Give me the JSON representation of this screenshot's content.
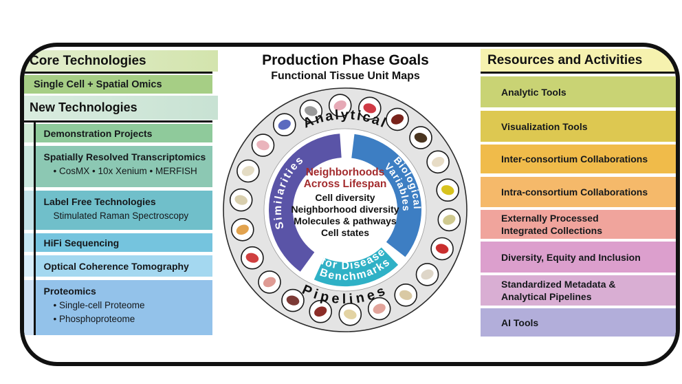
{
  "title": {
    "heading": "Production Phase Goals",
    "subheading": "Functional Tissue Unit Maps"
  },
  "left_panel": {
    "core_header": "Core Technologies",
    "core_row": {
      "label": "Single Cell + Spatial Omics",
      "color": "#a6ce85"
    },
    "new_header": "New Technologies",
    "groups": [
      {
        "title": "Demonstration Projects",
        "color": "#8fca9b",
        "strip": "#cfe9d4"
      },
      {
        "title": "Spatially Resolved Transcriptomics",
        "sub": [
          "•  CosMX   •  10x Xenium   •  MERFISH"
        ],
        "color": "#8cc8b3",
        "strip": "#cbe7de"
      },
      {
        "title": "Label Free Technologies",
        "sub": [
          "Stimulated Raman Spectroscopy"
        ],
        "color": "#70bfca",
        "strip": "#c2e2e8"
      },
      {
        "title": "HiFi Sequencing",
        "color": "#75c4de",
        "strip": "#c6e7f3"
      },
      {
        "title": "Optical Coherence Tomography",
        "color": "#a4d8f0",
        "strip": "#d8eefa"
      },
      {
        "title": "Proteomics",
        "sub": [
          "•  Single-cell Proteome",
          "•  Phosphoproteome"
        ],
        "color": "#93c2ea",
        "strip": "#cfe2f6"
      }
    ]
  },
  "right_panel": {
    "header": "Resources and Activities",
    "header_color": "#f6f2af",
    "rows": [
      {
        "lines": [
          "Analytic Tools"
        ],
        "color": "#c9d374"
      },
      {
        "lines": [
          "Visualization Tools"
        ],
        "color": "#ddc851"
      },
      {
        "lines": [
          "Inter-consortium Collaborations"
        ],
        "color": "#f0bb4a"
      },
      {
        "lines": [
          "Intra-consortium Collaborations"
        ],
        "color": "#f5b96a"
      },
      {
        "lines": [
          "Externally Processed",
          "Integrated Collections"
        ],
        "color": "#f0a49c"
      },
      {
        "lines": [
          "Diversity, Equity and Inclusion"
        ],
        "color": "#dc9fcd"
      },
      {
        "lines": [
          "Standardized Metadata &",
          "Analytical Pipelines"
        ],
        "color": "#d9aed3"
      },
      {
        "lines": [
          "AI Tools"
        ],
        "color": "#b2aeda"
      }
    ]
  },
  "circle": {
    "ring_top_label": "Analytical",
    "ring_bottom_label": "Pipelines",
    "ring_color": "#e4e4e4",
    "segments": [
      {
        "label": "Similarities",
        "color": "#5a54a7"
      },
      {
        "label": "Biological",
        "label2": "Variables",
        "color": "#3d7ec3"
      },
      {
        "label": "Benchmarks",
        "label2": "for Disease",
        "color": "#2fb1c6"
      }
    ],
    "center": {
      "heading1": "Neighborhoods",
      "heading2": "Across Lifespan",
      "heading_color": "#a32c2e",
      "items": [
        "Cell diversity",
        "Neighborhood diversity",
        "Molecules & pathways",
        "Cell states"
      ]
    },
    "organs": [
      {
        "name": "human-body",
        "color": "#9a9a9a"
      },
      {
        "name": "lungs",
        "color": "#e6a9b6"
      },
      {
        "name": "heart",
        "color": "#cf3a45"
      },
      {
        "name": "liver",
        "color": "#79231b"
      },
      {
        "name": "eye",
        "color": "#4a3520"
      },
      {
        "name": "thymus",
        "color": "#e7dcc6"
      },
      {
        "name": "gallbladder",
        "color": "#d8c31f"
      },
      {
        "name": "ureter",
        "color": "#cfc98f"
      },
      {
        "name": "lips",
        "color": "#c92f2f"
      },
      {
        "name": "pelvis",
        "color": "#ded6c8"
      },
      {
        "name": "femur-bone",
        "color": "#d9c9a4"
      },
      {
        "name": "large-intestine",
        "color": "#e2a49b"
      },
      {
        "name": "pancreas",
        "color": "#e3d3a3"
      },
      {
        "name": "kidney",
        "color": "#8c2d28"
      },
      {
        "name": "spleen",
        "color": "#7c3a36"
      },
      {
        "name": "stomach",
        "color": "#df9b94"
      },
      {
        "name": "blood-vessel",
        "color": "#d04040"
      },
      {
        "name": "fallopian-tube",
        "color": "#e2a34f"
      },
      {
        "name": "knee-joint",
        "color": "#d9cfae"
      },
      {
        "name": "bone",
        "color": "#e4dcc4"
      },
      {
        "name": "breast",
        "color": "#eab4bc"
      },
      {
        "name": "kidney-vasculature",
        "color": "#5b6abf"
      }
    ]
  }
}
